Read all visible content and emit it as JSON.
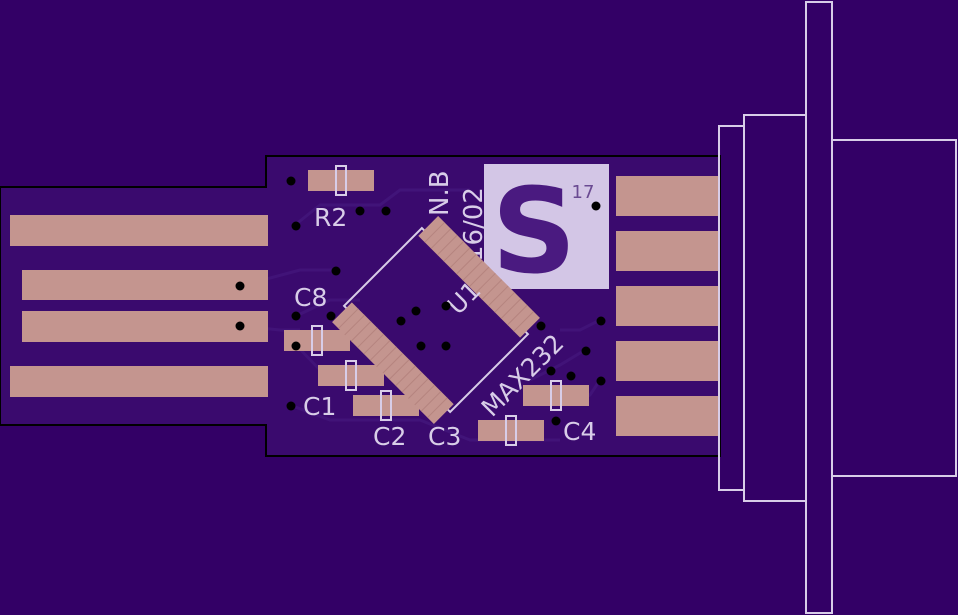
{
  "board": {
    "colors": {
      "background": "#330066",
      "board_fill": "#3a0a6e",
      "silkscreen": "#d8cde8",
      "copper_pad": "#c4958f",
      "trace": "#3d1270",
      "via": "#000000",
      "logo_box": "#d3c6e6",
      "logo_letter": "#4a1a80"
    }
  },
  "labels": {
    "r2": "R2",
    "c8": "C8",
    "c1": "C1",
    "c2": "C2",
    "c3": "C3",
    "c4": "C4",
    "u1": "U1",
    "ic_name": "MAX232",
    "author": "N.B",
    "date": "16/02",
    "logo_letter": "S",
    "logo_year": "17"
  }
}
